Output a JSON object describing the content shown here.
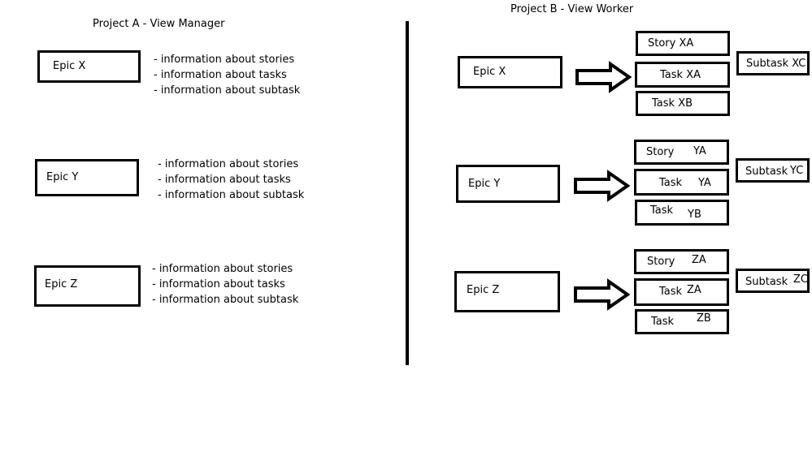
{
  "project_a": {
    "title": "Project A - View Manager",
    "epics": [
      {
        "label": "Epic X",
        "info": [
          "- information about stories",
          "- information about tasks",
          "- information about subtask"
        ]
      },
      {
        "label": "Epic Y",
        "info": [
          "- information about stories",
          "- information about tasks",
          "- information about subtask"
        ]
      },
      {
        "label": "Epic Z",
        "info": [
          "- information about stories",
          "- information about tasks",
          "- information about subtask"
        ]
      }
    ]
  },
  "project_b": {
    "title": "Project B - View Worker",
    "groups": [
      {
        "epic": "Epic X",
        "items": [
          "Story XA",
          "Task XA",
          "Task XB"
        ],
        "subtask": "Subtask XC"
      },
      {
        "epic": "Epic Y",
        "items": [
          {
            "kind": "Story",
            "code": "YA"
          },
          {
            "kind": "Task",
            "code": "YA"
          },
          {
            "kind": "Task",
            "code": "YB"
          }
        ],
        "subtask": {
          "kind": "Subtask",
          "code": "YC"
        }
      },
      {
        "epic": "Epic Z",
        "items": [
          {
            "kind": "Story",
            "code": "ZA"
          },
          {
            "kind": "Task",
            "code": "ZA"
          },
          {
            "kind": "Task",
            "code": "ZB"
          }
        ],
        "subtask": {
          "kind": "Subtask",
          "code": "ZC"
        }
      }
    ]
  },
  "arrow_icon": "right-hollow-arrow-icon"
}
